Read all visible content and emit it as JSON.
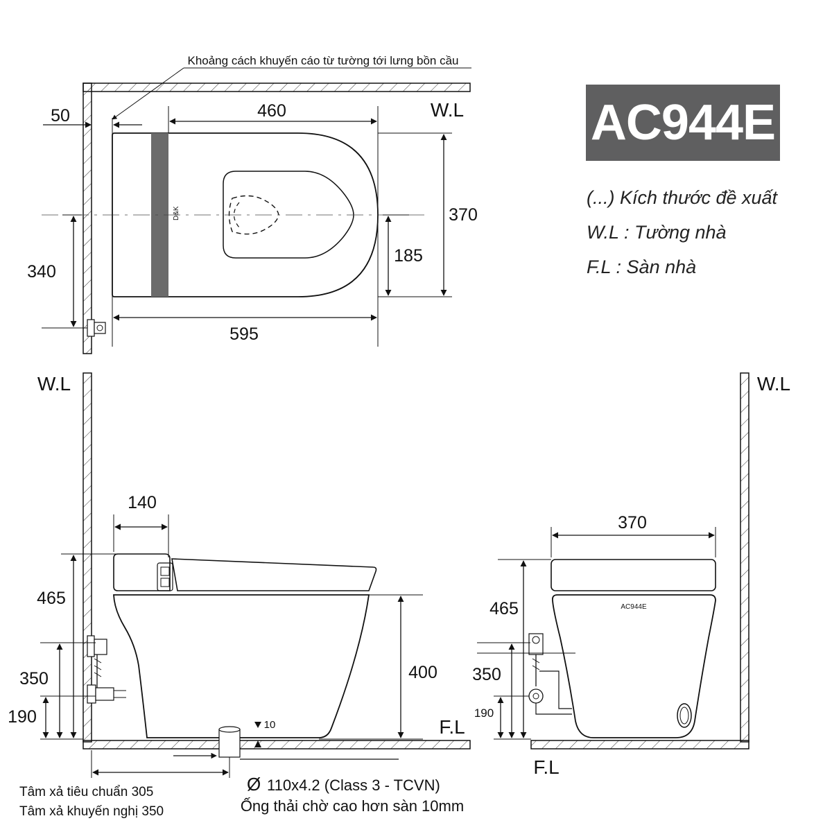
{
  "model": {
    "code": "AC944E"
  },
  "legend": [
    "(...) Kích thước đề xuất",
    "W.L : Tường nhà",
    "F.L : Sàn nhà"
  ],
  "top_view": {
    "callout": "Khoảng cách khuyến cáo từ tường tới lưng bồn cầu",
    "wall_label": "W.L",
    "dim_gap": "50",
    "dim_length_inner": "460",
    "dim_width": "370",
    "dim_half_width": "185",
    "dim_length": "595",
    "dim_outlet": "340",
    "brand_mark": "D&K"
  },
  "side_view": {
    "wall_label": "W.L",
    "floor_label": "F.L",
    "dim_tank_depth": "140",
    "dim_total_height": "465",
    "dim_seat_height": "400",
    "dim_inlet_high": "350",
    "dim_inlet_low": "190",
    "dim_pipe_raise": "10",
    "pipe_spec_symbol": "Ø",
    "pipe_spec": "110x4.2 (Class 3 - TCVN)",
    "pipe_note": "Ống thải chờ cao hơn sàn 10mm",
    "note_line1": "Tâm xả tiêu chuẩn 305",
    "note_line2": "Tâm xả khuyến nghị 350"
  },
  "front_view": {
    "wall_label": "W.L",
    "floor_label": "F.L",
    "dim_width": "370",
    "dim_total_height": "465",
    "dim_inlet_high": "350",
    "dim_inlet_low": "190",
    "body_label": "AC944E"
  },
  "colors": {
    "model_bg": "#5f5f60",
    "tank_strip": "#6b6b6b",
    "line": "#111111"
  }
}
